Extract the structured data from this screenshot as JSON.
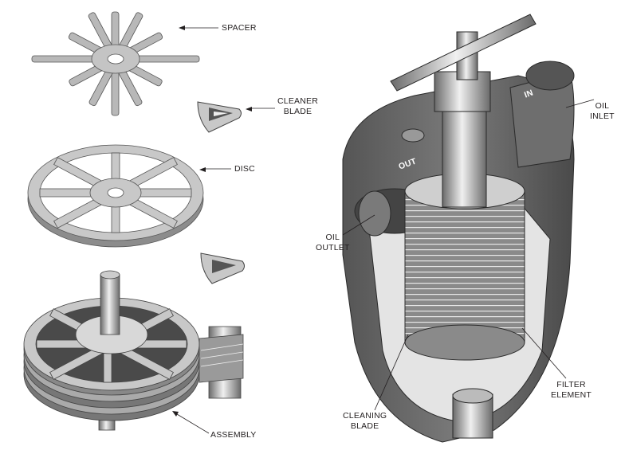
{
  "labels": {
    "spacer": "SPACER",
    "cleaner_blade": [
      "CLEANER",
      "BLADE"
    ],
    "disc": "DISC",
    "assembly": "ASSEMBLY",
    "oil_outlet": [
      "OIL",
      "OUTLET"
    ],
    "oil_inlet": [
      "OIL",
      "INLET"
    ],
    "filter_element": [
      "FILTER",
      "ELEMENT"
    ],
    "cleaning_blade": [
      "CLEANING",
      "BLADE"
    ],
    "port_out": "OUT",
    "port_in": "IN"
  },
  "colors": {
    "light": "#d4d4d4",
    "mid": "#9a9a9a",
    "dark": "#5a5a5a",
    "darkest": "#3a3a3a",
    "ink": "#231f20"
  }
}
